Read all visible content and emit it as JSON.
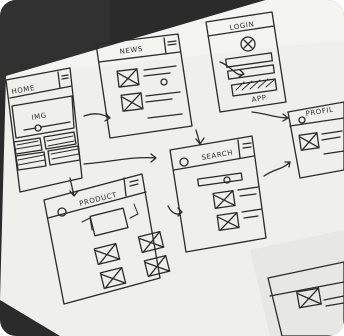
{
  "photo": {
    "subject": "hand-drawn wireframe sketches on paper",
    "colors": {
      "background": "#2b2b2b",
      "paper": "#f1f1ee",
      "ink": "#2a2a2a"
    }
  },
  "labels": {
    "home": "HOME",
    "img": "IMG",
    "news": "NEWS",
    "login": "LOGIN",
    "app": "APP",
    "profile": "PROFIL",
    "search": "SEARCH",
    "product": "PRODUCT"
  }
}
